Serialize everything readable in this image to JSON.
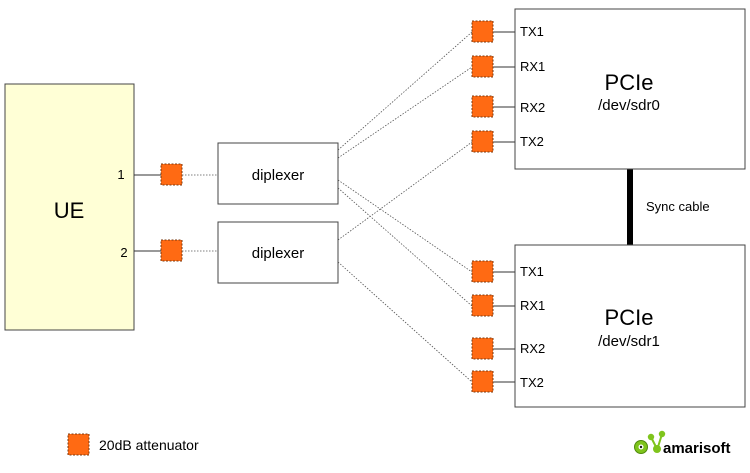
{
  "ue": {
    "label": "UE",
    "port1": "1",
    "port2": "2"
  },
  "diplexers": [
    {
      "label": "diplexer"
    },
    {
      "label": "diplexer"
    }
  ],
  "pcie": [
    {
      "title": "PCIe",
      "device": "/dev/sdr0",
      "ports": [
        "TX1",
        "RX1",
        "RX2",
        "TX2"
      ]
    },
    {
      "title": "PCIe",
      "device": "/dev/sdr1",
      "ports": [
        "TX1",
        "RX1",
        "RX2",
        "TX2"
      ]
    }
  ],
  "sync_cable": {
    "label": "Sync cable"
  },
  "legend": {
    "label": "20dB attenuator"
  },
  "logo": {
    "text": "amarisoft"
  },
  "colors": {
    "ue_fill": "#ffffd6",
    "attenuator": "#ff6a13",
    "logo_green": "#7fc41c"
  }
}
